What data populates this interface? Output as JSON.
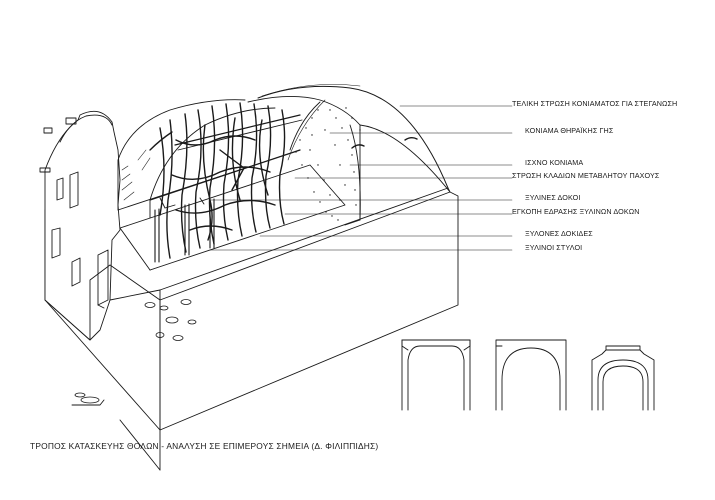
{
  "caption": "ΤΡΟΠΟΣ ΚΑΤΑΣΚΕΥΗΣ ΘΟΛΩΝ - ΑΝΑΛΥΣΗ ΣΕ ΕΠΙΜΕΡΟΥΣ ΣΗΜΕΙΑ (Δ. ΦΙΛΙΠΠΙΔΗΣ)",
  "labels": [
    "ΤΕΛΙΚΗ ΣΤΡΩΣΗ ΚΟΝΙΑΜΑΤΟΣ ΓΙΑ ΣΤΕΓΑΝΩΣΗ",
    "ΚΟΝΙΑΜΑ ΘΗΡΑΪΚΗΣ ΓΗΣ",
    "ΙΣΧΝΟ ΚΟΝΙΑΜΑ",
    "ΣΤΡΩΣΗ ΚΛΑΔΙΩΝ ΜΕΤΑΒΛΗΤΟΥ ΠΑΧΟΥΣ",
    "ΞΥΛΙΝΕΣ ΔΟΚΟΙ",
    "ΕΓΚΟΠΗ ΕΔΡΑΣΗΣ ΞΥΛΙΝΩΝ ΔΟΚΩΝ",
    "ΞΥΛΟΝΕΣ ΔΟΚΙΔΕΣ",
    "ΞΥΛΙΝΟΙ ΣΤΥΛΟΙ"
  ],
  "colors": {
    "ink": "#1a1a1a",
    "paper": "#ffffff"
  }
}
